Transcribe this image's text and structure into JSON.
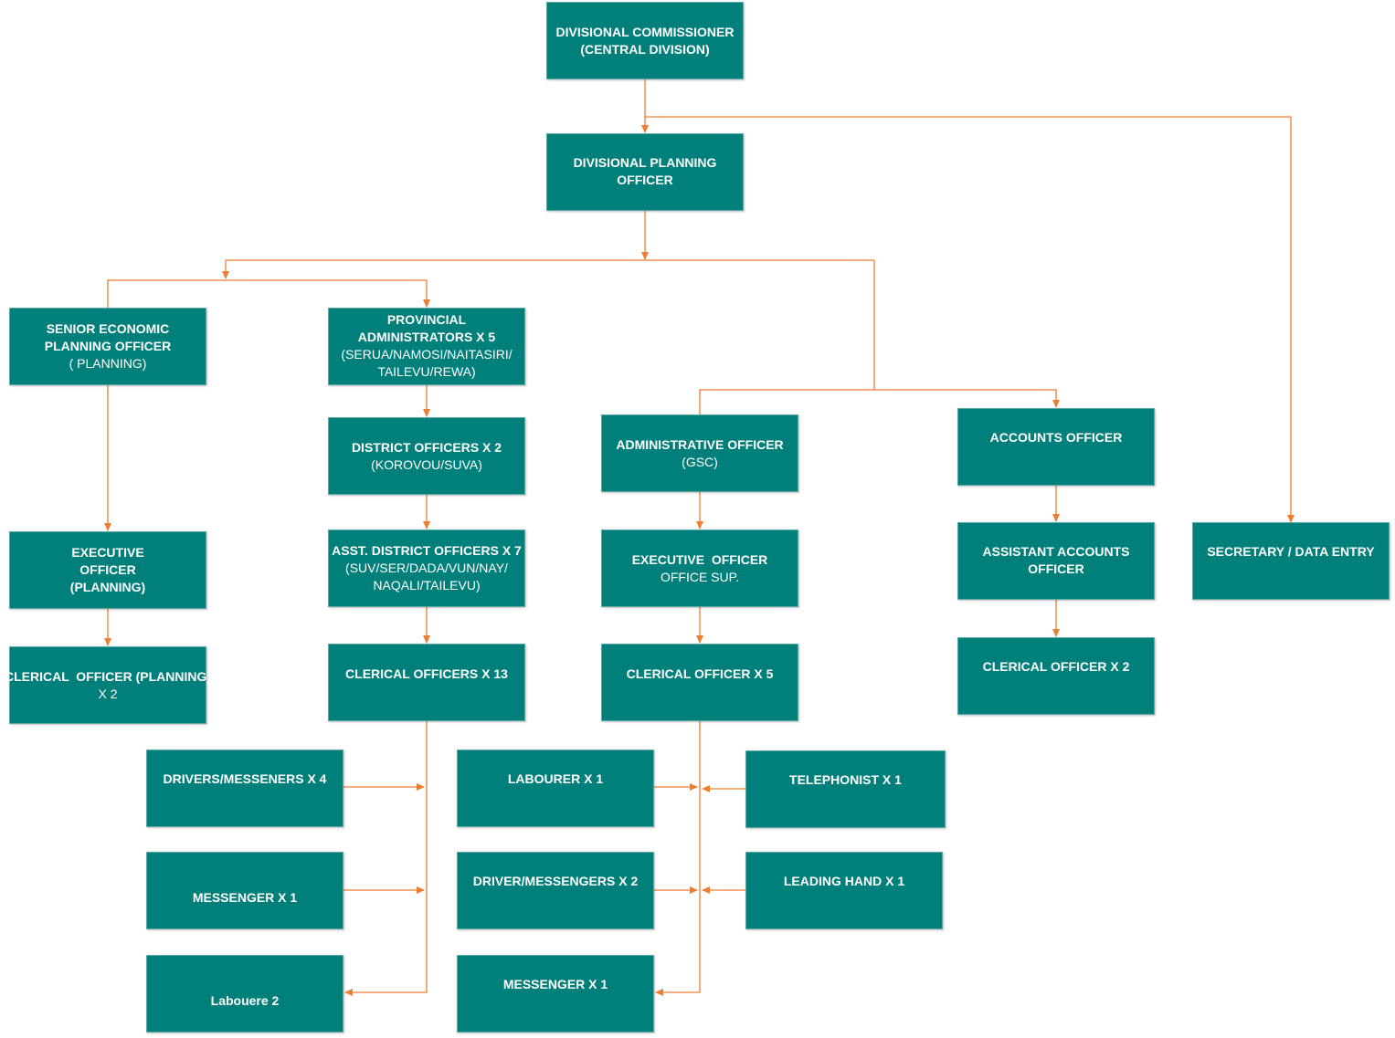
{
  "colors": {
    "box": "#007f7b",
    "connector": "#ed7d31",
    "text": "#ffffff"
  },
  "nodes": {
    "divisional_commissioner": {
      "title": "DIVISIONAL COMMISSIONER",
      "sub": "(CENTRAL DIVISION)"
    },
    "divisional_planning_officer": {
      "title": "DIVISIONAL PLANNING OFFICER"
    },
    "senior_economic_planning_officer": {
      "title": "SENIOR ECONOMIC PLANNING OFFICER",
      "sub": "( PLANNING)"
    },
    "provincial_administrators": {
      "title": "PROVINCIAL ADMINISTRATORS X 5",
      "sub": "(SERUA/NAMOSI/NAITASIRI/ TAILEVU/REWA)"
    },
    "district_officers": {
      "title": "DISTRICT OFFICERS X 2",
      "sub": "(KOROVOU/SUVA)"
    },
    "asst_district_officers": {
      "title": "ASST. DISTRICT OFFICERS X 7",
      "sub": "(SUV/SER/DADA/VUN/NAY/ NAQALI/TAILEVU)"
    },
    "clerical_officers_13": {
      "title": "CLERICAL OFFICERS X 13"
    },
    "executive_officer_planning": {
      "title": "EXECUTIVE OFFICER (PLANNING)"
    },
    "clerical_officer_planning": {
      "title": "CLERICAL  OFFICER (PLANNING)",
      "sub": "X 2"
    },
    "administrative_officer": {
      "title": "ADMINISTRATIVE OFFICER",
      "sub": "(GSC)"
    },
    "executive_officer_office_sup": {
      "title": "EXECUTIVE  OFFICER",
      "sub": "OFFICE SUP."
    },
    "clerical_officer_5": {
      "title": "CLERICAL OFFICER X 5"
    },
    "accounts_officer": {
      "title": "ACCOUNTS OFFICER"
    },
    "assistant_accounts_officer": {
      "title": "ASSISTANT ACCOUNTS OFFICER"
    },
    "clerical_officer_2": {
      "title": "CLERICAL OFFICER X 2"
    },
    "secretary_data_entry": {
      "title": "SECRETARY / DATA ENTRY"
    },
    "drivers_messeners_4": {
      "title": "DRIVERS/MESSENERS X 4"
    },
    "messenger_1_left": {
      "title": "MESSENGER X 1"
    },
    "labouere_2": {
      "title": "Labouere 2"
    },
    "labourer_1": {
      "title": "LABOURER X 1"
    },
    "driver_messengers_2": {
      "title": "DRIVER/MESSENGERS X 2"
    },
    "messenger_1_mid": {
      "title": "MESSENGER X 1"
    },
    "telephonist_1": {
      "title": "TELEPHONIST X 1"
    },
    "leading_hand_1": {
      "title": "LEADING HAND X 1"
    }
  }
}
